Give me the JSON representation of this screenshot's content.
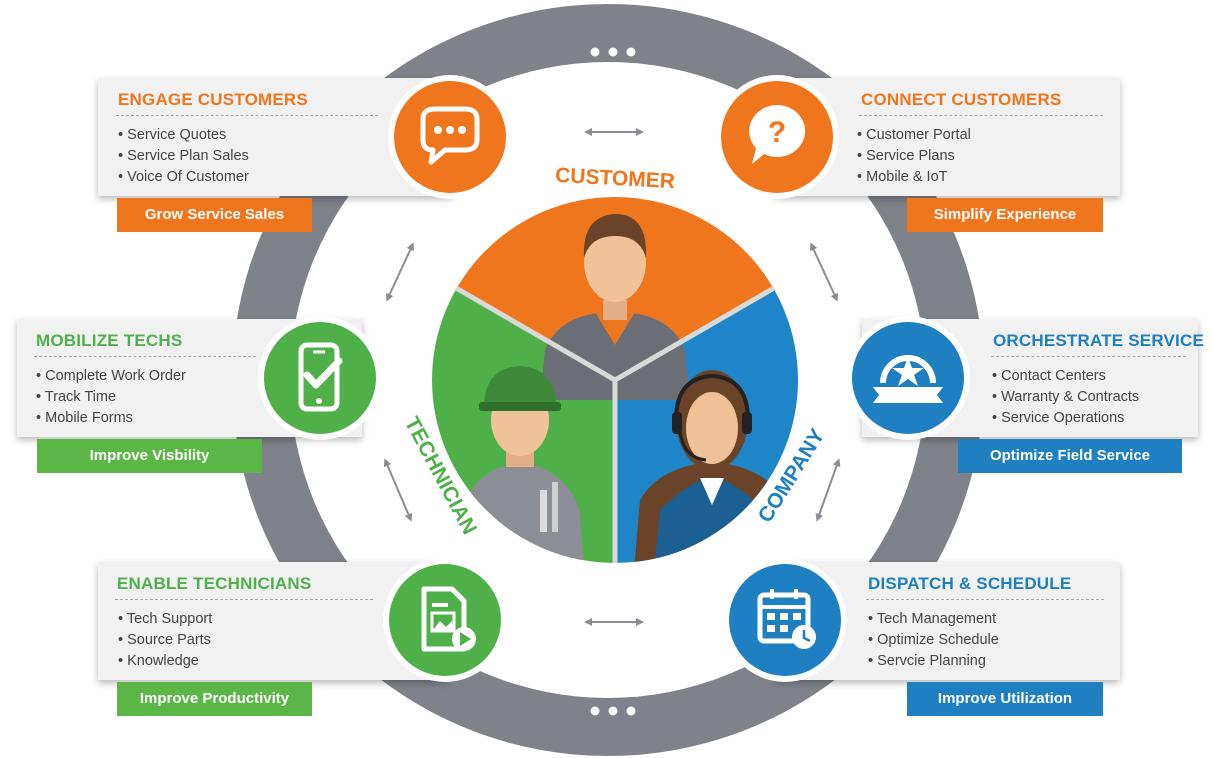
{
  "roles": {
    "customer": "CUSTOMER",
    "technician": "TECHNICIAN",
    "company": "COMPANY"
  },
  "colors": {
    "orange": "#f0761e",
    "green": "#5cb547",
    "blue": "#1e7fc1",
    "ring": "#7f8289"
  },
  "cards": {
    "engage": {
      "title": "ENGAGE CUSTOMERS",
      "items": [
        "Service Quotes",
        "Service Plan Sales",
        "Voice Of Customer"
      ],
      "tag": "Grow Service Sales",
      "icon": "chat-bubble-icon"
    },
    "connect": {
      "title": "CONNECT CUSTOMERS",
      "items": [
        "Customer Portal",
        "Service Plans",
        "Mobile & IoT"
      ],
      "tag": "Simplify Experience",
      "icon": "question-bubble-icon"
    },
    "mobilize": {
      "title": "MOBILIZE TECHS",
      "items": [
        "Complete Work Order",
        "Track Time",
        "Mobile Forms"
      ],
      "tag": "Improve Visbility",
      "icon": "mobile-check-icon"
    },
    "orchestrate": {
      "title": "ORCHESTRATE SERVICE",
      "items": [
        "Contact Centers",
        "Warranty & Contracts",
        "Service Operations"
      ],
      "tag": "Optimize Field Service",
      "icon": "star-badge-icon"
    },
    "enable": {
      "title": "ENABLE TECHNICIANS",
      "items": [
        "Tech Support",
        "Source Parts",
        "Knowledge"
      ],
      "tag": "Improve Productivity",
      "icon": "media-document-icon"
    },
    "dispatch": {
      "title": "DISPATCH & SCHEDULE",
      "items": [
        "Tech Management",
        "Optimize Schedule",
        "Servcie Planning"
      ],
      "tag": "Improve Utilization",
      "icon": "calendar-clock-icon"
    }
  }
}
